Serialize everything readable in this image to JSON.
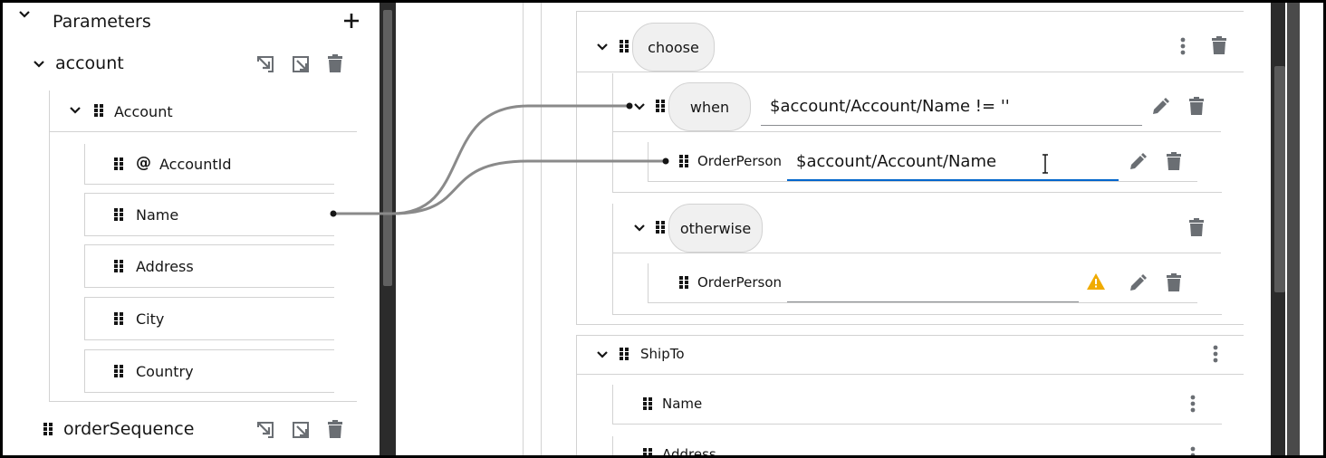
{
  "params_panel": {
    "title": "Parameters",
    "account_label": "account",
    "account_child": "Account",
    "fields": [
      {
        "label": "AccountId",
        "prefix": "@"
      },
      {
        "label": "Name",
        "prefix": ""
      },
      {
        "label": "Address",
        "prefix": ""
      },
      {
        "label": "City",
        "prefix": ""
      },
      {
        "label": "Country",
        "prefix": ""
      }
    ],
    "order_sequence": "orderSequence"
  },
  "mapping": {
    "choose_label": "choose",
    "when_label": "when",
    "when_expression": "$account/Account/Name != ''",
    "when_field_label": "OrderPerson",
    "when_field_value": "$account/Account/Name",
    "otherwise_label": "otherwise",
    "otherwise_field_label": "OrderPerson",
    "otherwise_field_value": "",
    "shipto_label": "ShipTo",
    "shipto_children": [
      "Name",
      "Address"
    ]
  },
  "colors": {
    "accent": "#0066cc",
    "warning": "#f0ab00",
    "icon": "#6a6e73",
    "link_line": "#8a8a8a"
  }
}
